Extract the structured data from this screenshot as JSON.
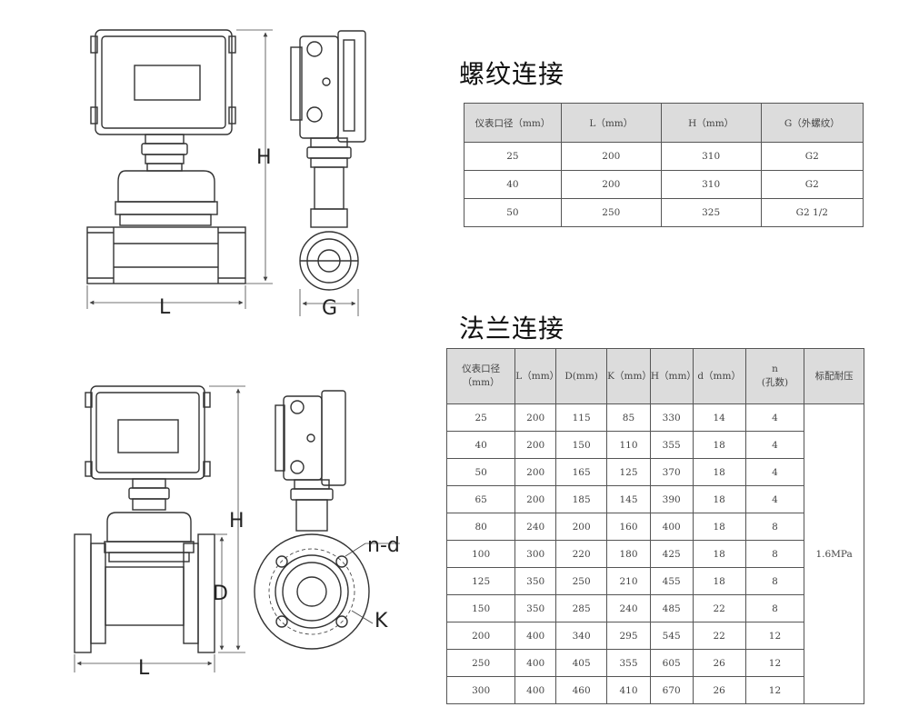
{
  "thread": {
    "title": "螺纹连接",
    "headers": [
      "仪表口径（mm）",
      "L（mm）",
      "H（mm）",
      "G（外螺纹）"
    ],
    "rows": [
      [
        "25",
        "200",
        "310",
        "G2"
      ],
      [
        "40",
        "200",
        "310",
        "G2"
      ],
      [
        "50",
        "250",
        "325",
        "G2 1/2"
      ]
    ]
  },
  "flange": {
    "title": "法兰连接",
    "headers": [
      "仪表口径（mm）",
      "L（mm）",
      "D(mm)",
      "K（mm）",
      "H（mm）",
      "d（mm）",
      "n",
      "(孔数)",
      "标配耐压"
    ],
    "rows": [
      [
        "25",
        "200",
        "115",
        "85",
        "330",
        "14",
        "4"
      ],
      [
        "40",
        "200",
        "150",
        "110",
        "355",
        "18",
        "4"
      ],
      [
        "50",
        "200",
        "165",
        "125",
        "370",
        "18",
        "4"
      ],
      [
        "65",
        "200",
        "185",
        "145",
        "390",
        "18",
        "4"
      ],
      [
        "80",
        "240",
        "200",
        "160",
        "400",
        "18",
        "8"
      ],
      [
        "100",
        "300",
        "220",
        "180",
        "425",
        "18",
        "8"
      ],
      [
        "125",
        "350",
        "250",
        "210",
        "455",
        "18",
        "8"
      ],
      [
        "150",
        "350",
        "285",
        "240",
        "485",
        "22",
        "8"
      ],
      [
        "200",
        "400",
        "340",
        "295",
        "545",
        "22",
        "12"
      ],
      [
        "250",
        "400",
        "405",
        "355",
        "605",
        "26",
        "12"
      ],
      [
        "300",
        "400",
        "460",
        "410",
        "670",
        "26",
        "12"
      ]
    ],
    "pressure": "1.6MPa"
  },
  "drawing_labels": {
    "thread_height": "H",
    "thread_length": "L",
    "thread_g": "G",
    "flange_height": "H",
    "flange_length": "L",
    "flange_d": "D",
    "flange_nd": "n-d",
    "flange_k": "K"
  }
}
